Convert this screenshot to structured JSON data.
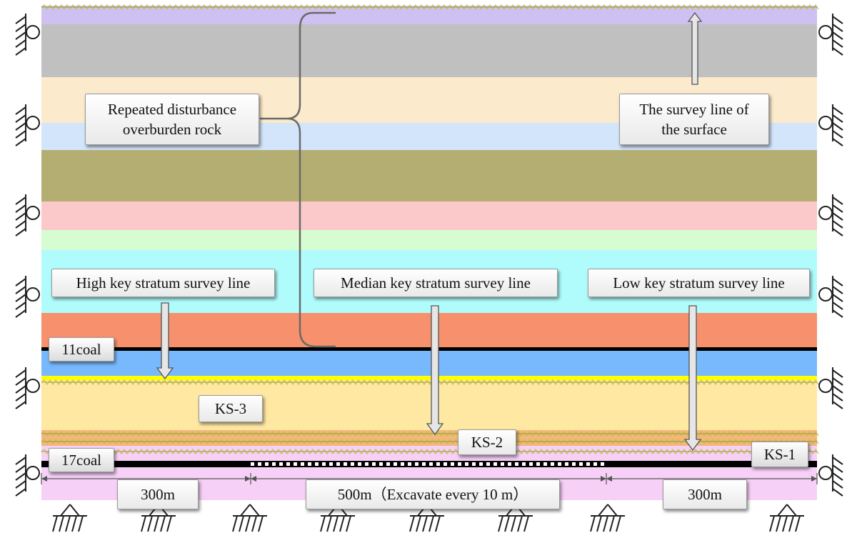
{
  "layers": {
    "colors": [
      "#cfc0f2",
      "#c0c0c0",
      "#fbeacb",
      "#d3e5fb",
      "#b5ae72",
      "#fbc9c9",
      "#d6fcd1",
      "#b0fcfc",
      "#f7906c",
      "#78b8fc",
      "#ffff00",
      "#ffe8a2",
      "#f3b77b",
      "#f7d0f7"
    ]
  },
  "colors": {
    "coal": "#000000",
    "fixed_line": "#c2c249",
    "support": "#222222",
    "arrow_fill": "#e6e6e6"
  },
  "labels": {
    "overburden_l1": "Repeated disturbance",
    "overburden_l2": "overburden rock",
    "surface_l1": "The survey line of",
    "surface_l2": "the surface",
    "high_key": "High key stratum survey line",
    "median_key": "Median key stratum survey line",
    "low_key": "Low key stratum survey line",
    "coal11": "11coal",
    "coal17": "17coal",
    "ks3": "KS-3",
    "ks2": "KS-2",
    "ks1": "KS-1"
  },
  "dimensions": {
    "left": "300m",
    "middle": "500m（Excavate every 10 m）",
    "right": "300m"
  }
}
